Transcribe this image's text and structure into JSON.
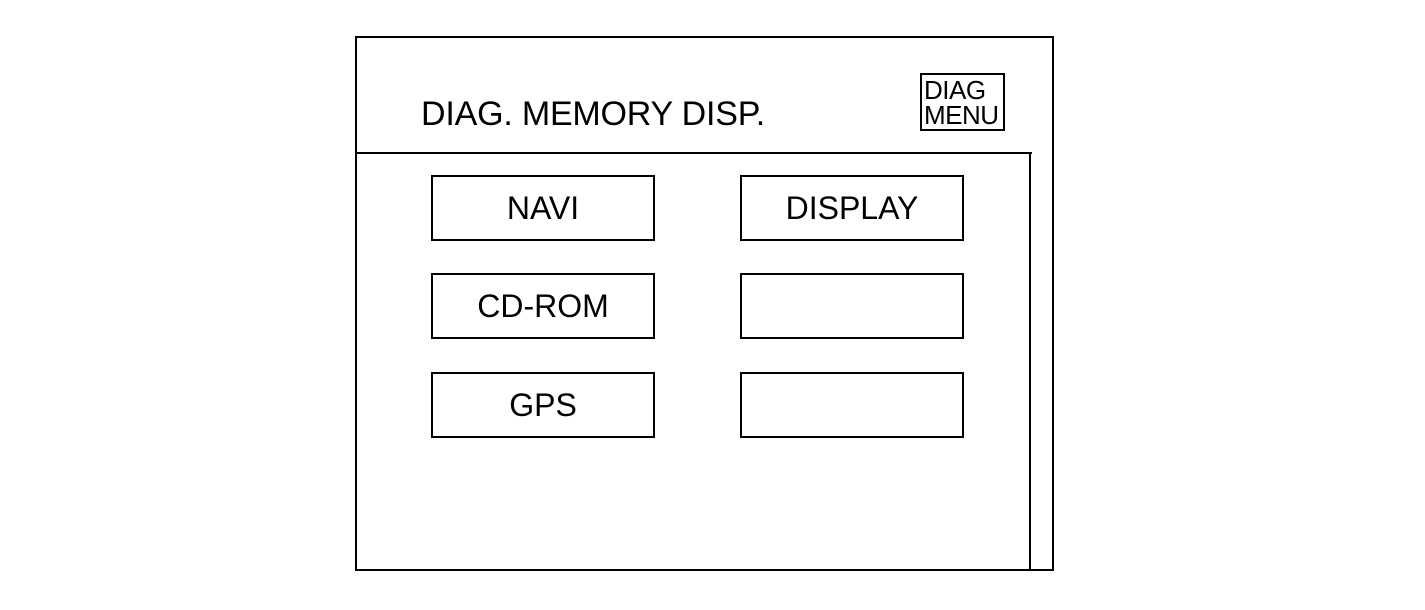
{
  "screen": {
    "title": "DIAG. MEMORY DISP.",
    "diag_menu": {
      "line1": "DIAG",
      "line2": "MENU"
    }
  },
  "buttons": [
    {
      "label": "NAVI"
    },
    {
      "label": "DISPLAY"
    },
    {
      "label": "CD-ROM"
    },
    {
      "label": ""
    },
    {
      "label": "GPS"
    },
    {
      "label": ""
    }
  ]
}
